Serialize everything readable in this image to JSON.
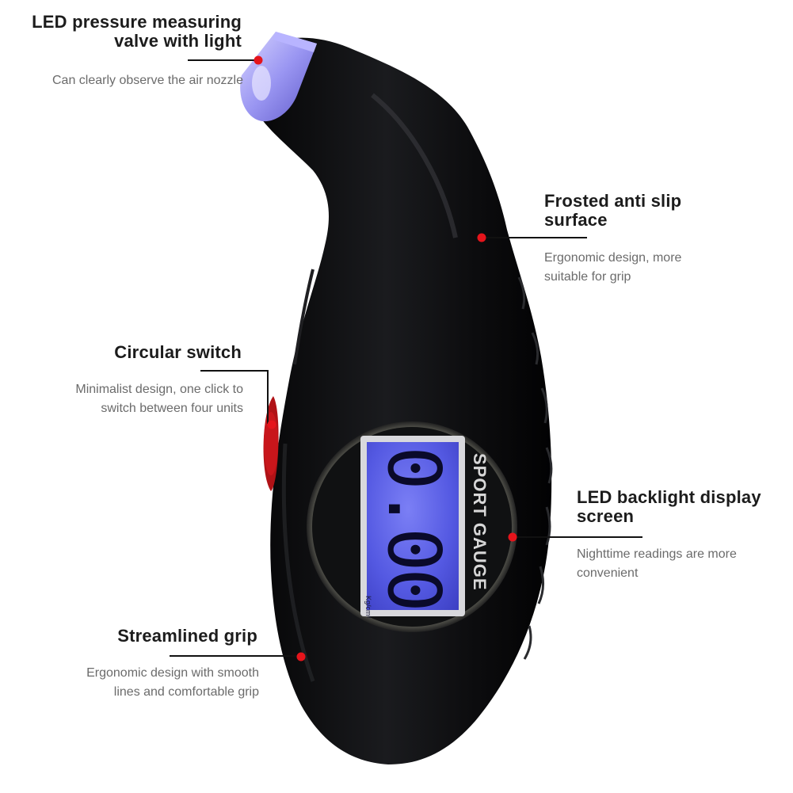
{
  "callouts": {
    "valve": {
      "title_line1": "LED pressure measuring",
      "title_line2": "valve with light",
      "desc_line1": "Can clearly observe the air nozzle"
    },
    "surface": {
      "title_line1": "Frosted anti slip",
      "title_line2": "surface",
      "desc_line1": "Ergonomic design, more",
      "desc_line2": "suitable for grip"
    },
    "switch": {
      "title_line1": "Circular switch",
      "desc_line1": "Minimalist design, one click to",
      "desc_line2": "switch between four units"
    },
    "display": {
      "title_line1": "LED backlight display",
      "title_line2": "screen",
      "desc_line1": "Nighttime readings are more",
      "desc_line2": "convenient"
    },
    "grip": {
      "title_line1": "Streamlined grip",
      "desc_line1": "Ergonomic design with smooth",
      "desc_line2": "lines and comfortable grip"
    }
  },
  "device": {
    "brand_text": "SPORT GAUGE",
    "lcd_reading": "0.00",
    "lcd_unit": "Kg/cm²"
  },
  "colors": {
    "body": "#0d0d0f",
    "accent_dot": "#e5141b",
    "lcd": "#5a5ee8",
    "valve_light": "#8f8cf0"
  }
}
